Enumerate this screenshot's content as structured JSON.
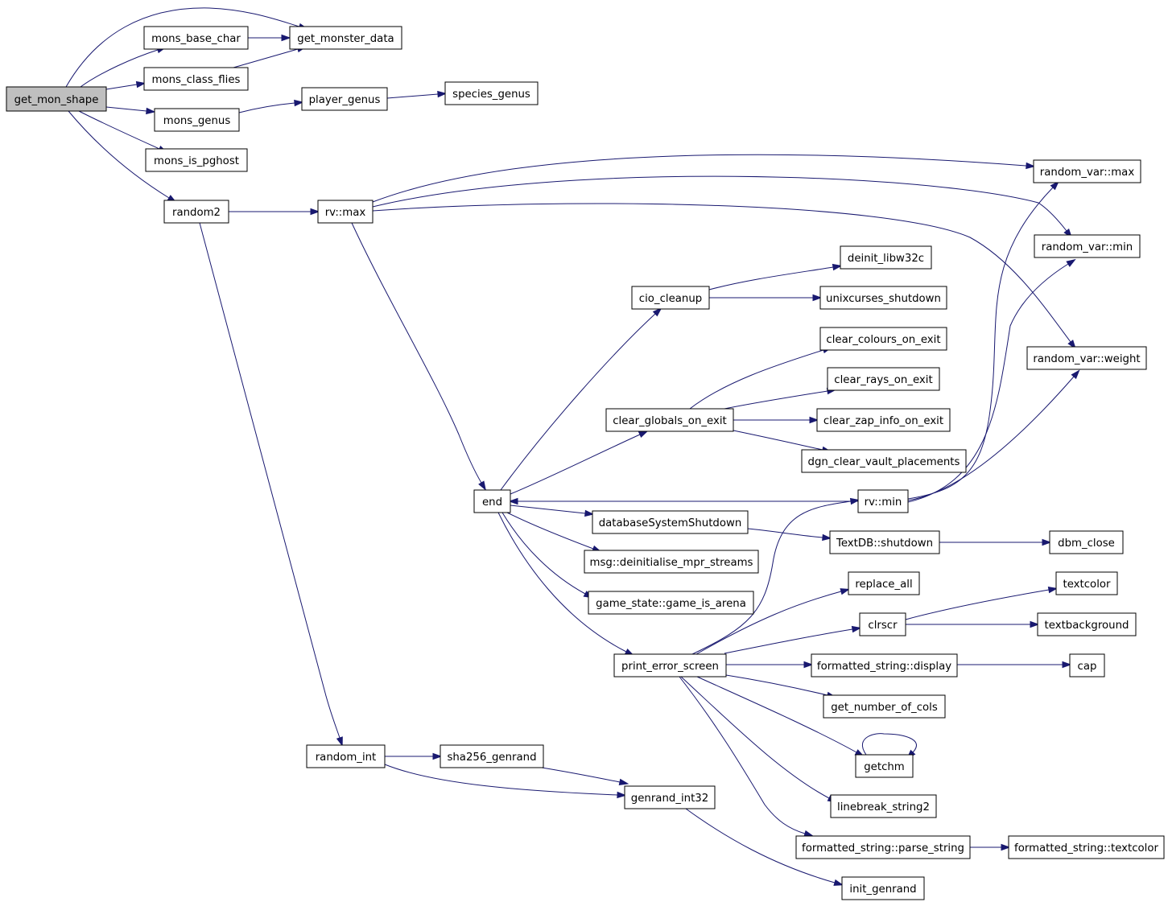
{
  "graph": {
    "root": "get_mon_shape",
    "nodes": [
      {
        "id": "get_mon_shape",
        "label": "get_mon_shape"
      },
      {
        "id": "mons_base_char",
        "label": "mons_base_char"
      },
      {
        "id": "get_monster_data",
        "label": "get_monster_data"
      },
      {
        "id": "mons_class_flies",
        "label": "mons_class_flies"
      },
      {
        "id": "mons_genus",
        "label": "mons_genus"
      },
      {
        "id": "player_genus",
        "label": "player_genus"
      },
      {
        "id": "species_genus",
        "label": "species_genus"
      },
      {
        "id": "mons_is_pghost",
        "label": "mons_is_pghost"
      },
      {
        "id": "random2",
        "label": "random2"
      },
      {
        "id": "rv_max",
        "label": "rv::max"
      },
      {
        "id": "random_var_max",
        "label": "random_var::max"
      },
      {
        "id": "random_var_min",
        "label": "random_var::min"
      },
      {
        "id": "random_var_weight",
        "label": "random_var::weight"
      },
      {
        "id": "deinit_libw32c",
        "label": "deinit_libw32c"
      },
      {
        "id": "cio_cleanup",
        "label": "cio_cleanup"
      },
      {
        "id": "unixcurses_shutdown",
        "label": "unixcurses_shutdown"
      },
      {
        "id": "clear_colours_on_exit",
        "label": "clear_colours_on_exit"
      },
      {
        "id": "clear_rays_on_exit",
        "label": "clear_rays_on_exit"
      },
      {
        "id": "clear_globals_on_exit",
        "label": "clear_globals_on_exit"
      },
      {
        "id": "clear_zap_info_on_exit",
        "label": "clear_zap_info_on_exit"
      },
      {
        "id": "dgn_clear_vault_placements",
        "label": "dgn_clear_vault_placements"
      },
      {
        "id": "end",
        "label": "end"
      },
      {
        "id": "rv_min",
        "label": "rv::min"
      },
      {
        "id": "databaseSystemShutdown",
        "label": "databaseSystemShutdown"
      },
      {
        "id": "TextDB_shutdown",
        "label": "TextDB::shutdown"
      },
      {
        "id": "dbm_close",
        "label": "dbm_close"
      },
      {
        "id": "msg_deinitialise_mpr_streams",
        "label": "msg::deinitialise_mpr_streams"
      },
      {
        "id": "game_state_game_is_arena",
        "label": "game_state::game_is_arena"
      },
      {
        "id": "replace_all",
        "label": "replace_all"
      },
      {
        "id": "textcolor",
        "label": "textcolor"
      },
      {
        "id": "clrscr",
        "label": "clrscr"
      },
      {
        "id": "textbackground",
        "label": "textbackground"
      },
      {
        "id": "print_error_screen",
        "label": "print_error_screen"
      },
      {
        "id": "formatted_string_display",
        "label": "formatted_string::display"
      },
      {
        "id": "cap",
        "label": "cap"
      },
      {
        "id": "get_number_of_cols",
        "label": "get_number_of_cols"
      },
      {
        "id": "getchm",
        "label": "getchm"
      },
      {
        "id": "random_int",
        "label": "random_int"
      },
      {
        "id": "sha256_genrand",
        "label": "sha256_genrand"
      },
      {
        "id": "genrand_int32",
        "label": "genrand_int32"
      },
      {
        "id": "linebreak_string2",
        "label": "linebreak_string2"
      },
      {
        "id": "formatted_string_parse_string",
        "label": "formatted_string::parse_string"
      },
      {
        "id": "formatted_string_textcolor",
        "label": "formatted_string::textcolor"
      },
      {
        "id": "init_genrand",
        "label": "init_genrand"
      }
    ],
    "edges": [
      {
        "from": "get_mon_shape",
        "to": "mons_base_char"
      },
      {
        "from": "get_mon_shape",
        "to": "get_monster_data"
      },
      {
        "from": "get_mon_shape",
        "to": "mons_class_flies"
      },
      {
        "from": "get_mon_shape",
        "to": "mons_genus"
      },
      {
        "from": "get_mon_shape",
        "to": "mons_is_pghost"
      },
      {
        "from": "get_mon_shape",
        "to": "random2"
      },
      {
        "from": "mons_base_char",
        "to": "get_monster_data"
      },
      {
        "from": "mons_class_flies",
        "to": "get_monster_data"
      },
      {
        "from": "mons_genus",
        "to": "player_genus"
      },
      {
        "from": "player_genus",
        "to": "species_genus"
      },
      {
        "from": "random2",
        "to": "rv_max"
      },
      {
        "from": "random2",
        "to": "random_int"
      },
      {
        "from": "rv_max",
        "to": "random_var_max"
      },
      {
        "from": "rv_max",
        "to": "random_var_min"
      },
      {
        "from": "rv_max",
        "to": "random_var_weight"
      },
      {
        "from": "rv_max",
        "to": "end"
      },
      {
        "from": "end",
        "to": "cio_cleanup"
      },
      {
        "from": "end",
        "to": "clear_globals_on_exit"
      },
      {
        "from": "end",
        "to": "databaseSystemShutdown"
      },
      {
        "from": "end",
        "to": "msg_deinitialise_mpr_streams"
      },
      {
        "from": "end",
        "to": "game_state_game_is_arena"
      },
      {
        "from": "end",
        "to": "print_error_screen"
      },
      {
        "from": "cio_cleanup",
        "to": "deinit_libw32c"
      },
      {
        "from": "cio_cleanup",
        "to": "unixcurses_shutdown"
      },
      {
        "from": "clear_globals_on_exit",
        "to": "clear_colours_on_exit"
      },
      {
        "from": "clear_globals_on_exit",
        "to": "clear_rays_on_exit"
      },
      {
        "from": "clear_globals_on_exit",
        "to": "clear_zap_info_on_exit"
      },
      {
        "from": "clear_globals_on_exit",
        "to": "dgn_clear_vault_placements"
      },
      {
        "from": "databaseSystemShutdown",
        "to": "TextDB_shutdown"
      },
      {
        "from": "TextDB_shutdown",
        "to": "dbm_close"
      },
      {
        "from": "rv_min",
        "to": "end"
      },
      {
        "from": "rv_min",
        "to": "random_var_max"
      },
      {
        "from": "rv_min",
        "to": "random_var_min"
      },
      {
        "from": "rv_min",
        "to": "random_var_weight"
      },
      {
        "from": "print_error_screen",
        "to": "rv_min"
      },
      {
        "from": "print_error_screen",
        "to": "replace_all"
      },
      {
        "from": "print_error_screen",
        "to": "clrscr"
      },
      {
        "from": "print_error_screen",
        "to": "formatted_string_display"
      },
      {
        "from": "print_error_screen",
        "to": "get_number_of_cols"
      },
      {
        "from": "print_error_screen",
        "to": "getchm"
      },
      {
        "from": "print_error_screen",
        "to": "linebreak_string2"
      },
      {
        "from": "print_error_screen",
        "to": "formatted_string_parse_string"
      },
      {
        "from": "clrscr",
        "to": "textcolor"
      },
      {
        "from": "clrscr",
        "to": "textbackground"
      },
      {
        "from": "formatted_string_display",
        "to": "cap"
      },
      {
        "from": "getchm",
        "to": "getchm"
      },
      {
        "from": "formatted_string_parse_string",
        "to": "formatted_string_textcolor"
      },
      {
        "from": "random_int",
        "to": "sha256_genrand"
      },
      {
        "from": "random_int",
        "to": "genrand_int32"
      },
      {
        "from": "sha256_genrand",
        "to": "genrand_int32"
      },
      {
        "from": "genrand_int32",
        "to": "init_genrand"
      }
    ]
  },
  "colors": {
    "edge": "#191970",
    "node_border": "#000000",
    "node_fill": "#ffffff",
    "root_fill": "#bfbfbf"
  }
}
